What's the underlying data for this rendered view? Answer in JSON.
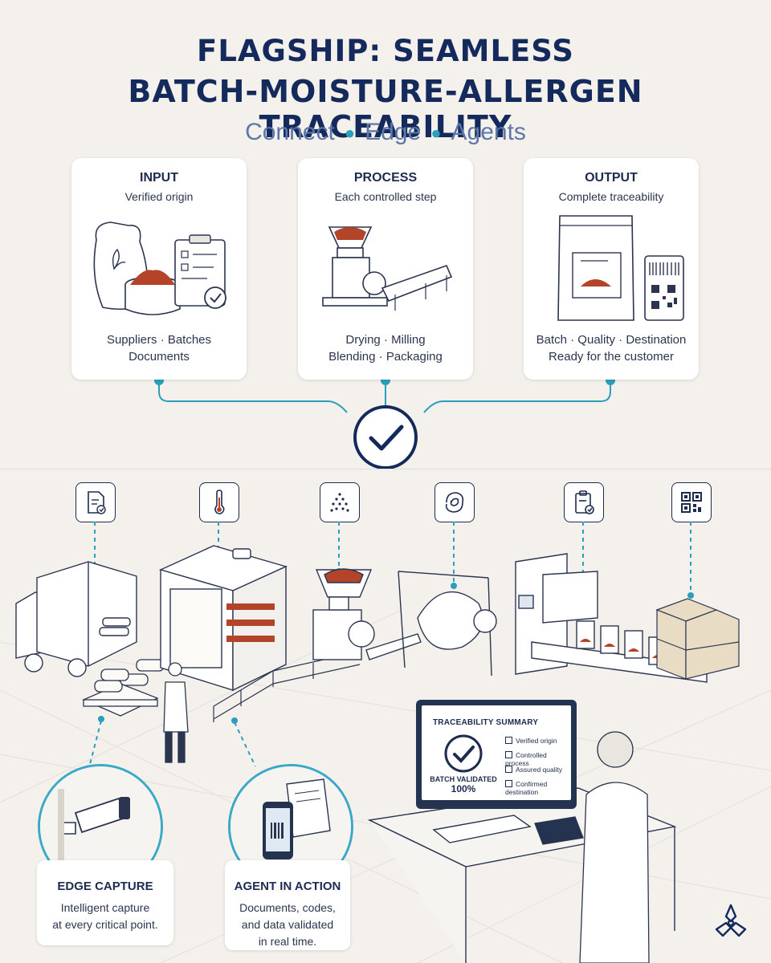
{
  "header": {
    "title_line1": "FLAGSHIP: SEAMLESS",
    "title_line2": "BATCH-MOISTURE-ALLERGEN TRACEABILITY",
    "subtitle": [
      "Connect",
      "Edge",
      "Agents"
    ]
  },
  "cards": [
    {
      "heading": "INPUT",
      "sub": "Verified origin",
      "footer1": "Suppliers · Batches",
      "footer2": "Documents"
    },
    {
      "heading": "PROCESS",
      "sub": "Each controlled step",
      "footer1": "Drying · Milling",
      "footer2": "Blending · Packaging"
    },
    {
      "heading": "OUTPUT",
      "sub": "Complete traceability",
      "footer1": "Batch · Quality · Destination",
      "footer2": "Ready for the customer"
    }
  ],
  "stage_icons": [
    "document-check-icon",
    "thermometer-icon",
    "particles-icon",
    "mixer-icon",
    "clipboard-check-icon",
    "qr-code-icon"
  ],
  "monitor": {
    "heading": "TRACEABILITY SUMMARY",
    "items": [
      "Verified origin",
      "Controlled process",
      "Assured quality",
      "Confirmed destination"
    ],
    "status_line1": "BATCH VALIDATED",
    "status_line2": "100%"
  },
  "labels": {
    "edge": {
      "heading": "EDGE CAPTURE",
      "line1": "Intelligent capture",
      "line2": "at every critical point."
    },
    "agent": {
      "heading": "AGENT IN ACTION",
      "line1": "Documents, codes,",
      "line2": "and data validated",
      "line3": "in real time."
    }
  },
  "colors": {
    "navy": "#142a5c",
    "accent": "#2a9fbd",
    "subtitle": "#5d78a8",
    "spice": "#b3442a",
    "background": "#f4f1ec"
  }
}
